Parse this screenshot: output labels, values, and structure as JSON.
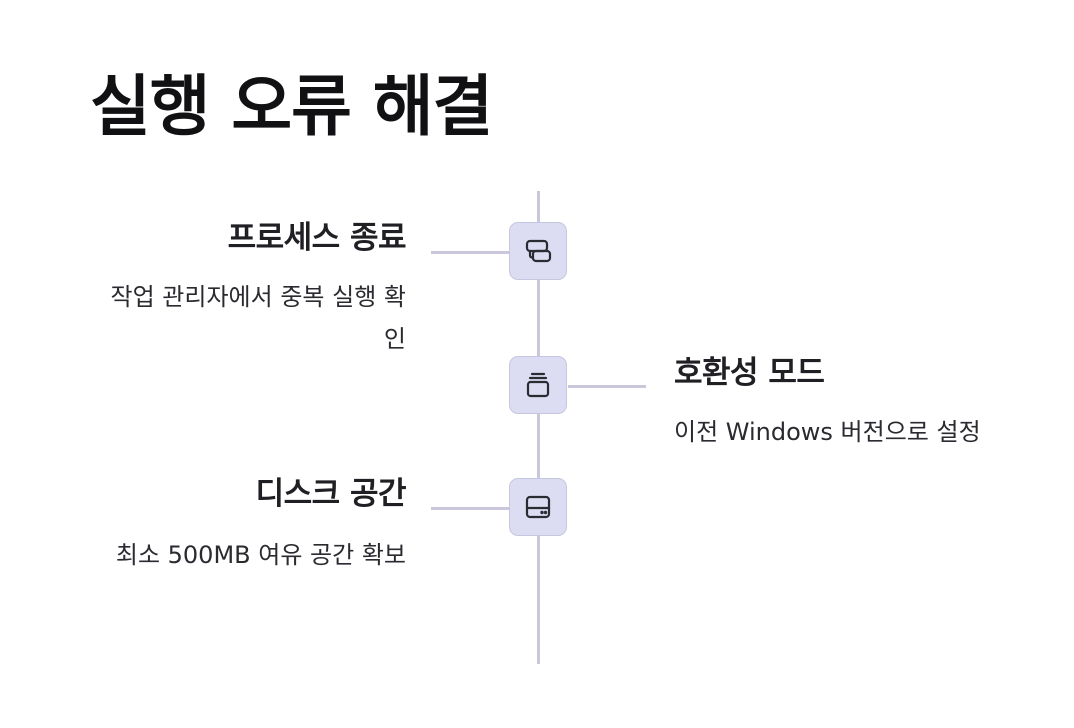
{
  "title": "실행 오류 해결",
  "steps": [
    {
      "title": "프로세스 종료",
      "description": "작업 관리자에서 중복 실행 확인",
      "icon": "process-blocks-icon"
    },
    {
      "title": "호환성 모드",
      "description": "이전 Windows 버전으로 설정",
      "icon": "stacked-window-icon"
    },
    {
      "title": "디스크 공간",
      "description": "최소 500MB 여유 공간 확보",
      "icon": "hard-drive-icon"
    }
  ],
  "colors": {
    "line": "#c9c7d9",
    "node_fill": "#dcdcf2",
    "icon_stroke": "#2b2b33",
    "text": "#1f1f24"
  }
}
